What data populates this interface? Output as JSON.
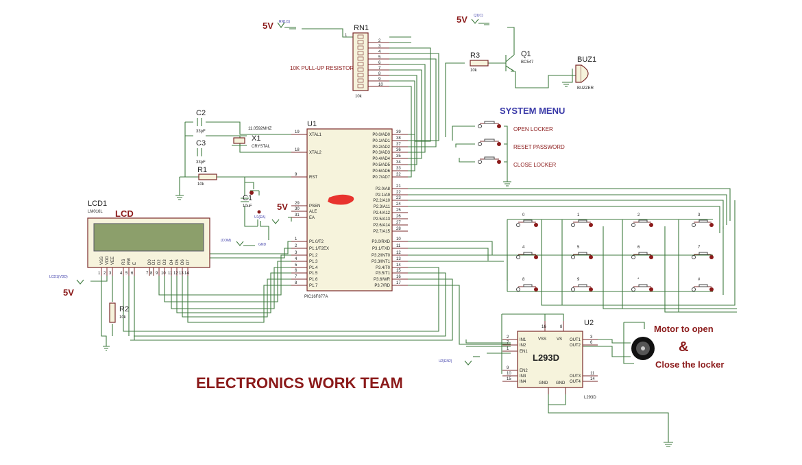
{
  "title": "ELECTRONICS WORK TEAM",
  "menu": {
    "title": "SYSTEM MENU",
    "items": [
      "OPEN LOCKER",
      "RESET PASSWORD",
      "CLOSE LOCKER"
    ]
  },
  "motor": {
    "line1": "Motor to open",
    "amp": "&",
    "line2": "Close the locker"
  },
  "power_label": "5V",
  "rn1": {
    "ref": "RN1",
    "terminal": "RN1(1)",
    "desc": "10K PULL-UP RESISTOR",
    "value": "10k",
    "pins": [
      "1",
      "2",
      "3",
      "4",
      "5",
      "6",
      "7",
      "8",
      "9",
      "10"
    ]
  },
  "q1": {
    "ref": "Q1",
    "part": "BC547",
    "terminal": "Q1(C)"
  },
  "r3": {
    "ref": "R3",
    "value": "10k"
  },
  "buzzer": {
    "ref": "BUZ1",
    "part": "BUZZER"
  },
  "c2": {
    "ref": "C2",
    "value": "33pF"
  },
  "c3": {
    "ref": "C3",
    "value": "33pF"
  },
  "x1": {
    "ref": "X1",
    "part": "CRYSTAL",
    "freq": "11.0592MHZ"
  },
  "r1": {
    "ref": "R1",
    "value": "10k"
  },
  "c1": {
    "ref": "C1",
    "value": "10uF"
  },
  "u1": {
    "ref": "U1",
    "part": "PIC16F877A",
    "terminal": "U1(EA)",
    "left_pins": [
      {
        "num": "19",
        "name": "XTAL1"
      },
      {
        "num": "18",
        "name": "XTAL2"
      },
      {
        "num": "9",
        "name": "RST"
      },
      {
        "num": "29",
        "name": "PSEN"
      },
      {
        "num": "30",
        "name": "ALE"
      },
      {
        "num": "31",
        "name": "EA"
      },
      {
        "num": "1",
        "name": "P1.0/T2"
      },
      {
        "num": "2",
        "name": "P1.1/T2EX"
      },
      {
        "num": "3",
        "name": "P1.2"
      },
      {
        "num": "4",
        "name": "P1.3"
      },
      {
        "num": "5",
        "name": "P1.4"
      },
      {
        "num": "6",
        "name": "P1.5"
      },
      {
        "num": "7",
        "name": "P1.6"
      },
      {
        "num": "8",
        "name": "P1.7"
      }
    ],
    "right_pins": [
      {
        "num": "39",
        "name": "P0.0/AD0"
      },
      {
        "num": "38",
        "name": "P0.1/AD1"
      },
      {
        "num": "37",
        "name": "P0.2/AD2"
      },
      {
        "num": "36",
        "name": "P0.3/AD3"
      },
      {
        "num": "35",
        "name": "P0.4/AD4"
      },
      {
        "num": "34",
        "name": "P0.5/AD5"
      },
      {
        "num": "33",
        "name": "P0.6/AD6"
      },
      {
        "num": "32",
        "name": "P0.7/AD7"
      },
      {
        "num": "21",
        "name": "P2.0/A8"
      },
      {
        "num": "22",
        "name": "P2.1/A9"
      },
      {
        "num": "23",
        "name": "P2.2/A10"
      },
      {
        "num": "24",
        "name": "P2.3/A11"
      },
      {
        "num": "25",
        "name": "P2.4/A12"
      },
      {
        "num": "26",
        "name": "P2.5/A13"
      },
      {
        "num": "27",
        "name": "P2.6/A14"
      },
      {
        "num": "28",
        "name": "P2.7/A15"
      },
      {
        "num": "10",
        "name": "P3.0/RXD"
      },
      {
        "num": "11",
        "name": "P3.1/TXD"
      },
      {
        "num": "12",
        "name": "P3.2/INT0"
      },
      {
        "num": "13",
        "name": "P3.3/INT1"
      },
      {
        "num": "14",
        "name": "P3.4/T0"
      },
      {
        "num": "15",
        "name": "P3.5/T1"
      },
      {
        "num": "16",
        "name": "P3.6/WR"
      },
      {
        "num": "17",
        "name": "P3.7/RD"
      }
    ]
  },
  "lcd": {
    "ref": "LCD1",
    "part": "LM016L",
    "screen_label": "LCD",
    "terminal": "LCD1(VDD)",
    "pins": [
      "VSS",
      "VDD",
      "VEE",
      "RS",
      "RW",
      "E",
      "D0",
      "D1",
      "D2",
      "D3",
      "D4",
      "D5",
      "D6",
      "D7"
    ],
    "nums": [
      "1",
      "2",
      "3",
      "4",
      "5",
      "6",
      "7",
      "8",
      "9",
      "10",
      "11",
      "12",
      "13",
      "14"
    ]
  },
  "r2": {
    "ref": "R2",
    "value": "10k"
  },
  "com_terminal": "(COM)",
  "gnd_label": "GND",
  "keypad": [
    "0",
    "1",
    "2",
    "3",
    "4",
    "5",
    "6",
    "7",
    "8",
    "9",
    "*",
    "#"
  ],
  "u2": {
    "ref": "U2",
    "part": "L293D",
    "terminal": "U2(EN2)",
    "left_pins": [
      {
        "num": "2",
        "name": "IN1"
      },
      {
        "num": "7",
        "name": "IN2"
      },
      {
        "num": "1",
        "name": "EN1"
      },
      {
        "num": "9",
        "name": "EN2"
      },
      {
        "num": "10",
        "name": "IN3"
      },
      {
        "num": "15",
        "name": "IN4"
      }
    ],
    "top_pins": [
      {
        "num": "16",
        "name": "VSS"
      },
      {
        "num": "8",
        "name": "VS"
      }
    ],
    "right_pins": [
      {
        "num": "3",
        "name": "OUT1"
      },
      {
        "num": "6",
        "name": "OUT2"
      },
      {
        "num": "11",
        "name": "OUT3"
      },
      {
        "num": "14",
        "name": "OUT4"
      }
    ],
    "bottom_pins": [
      {
        "name": "GND"
      },
      {
        "name": "GND"
      }
    ]
  }
}
